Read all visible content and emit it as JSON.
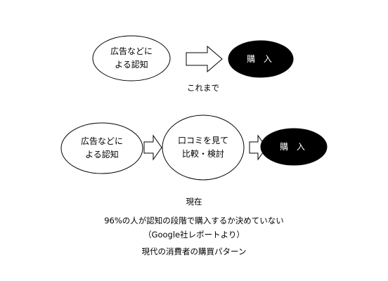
{
  "diagram": {
    "before": {
      "awareness": [
        "広告などに",
        "よる認知"
      ],
      "purchase": "購 入",
      "label": "これまで"
    },
    "now": {
      "awareness": [
        "広告などに",
        "よる認知"
      ],
      "review": [
        "口コミを見て",
        "比較・検討"
      ],
      "purchase": "購 入",
      "label": "現在"
    },
    "footer": {
      "line1": "96%の人が認知の段階で購入するか決めていない",
      "line2": "（Google社レポートより）",
      "line3": "現代の消費者の購買パターン"
    }
  }
}
